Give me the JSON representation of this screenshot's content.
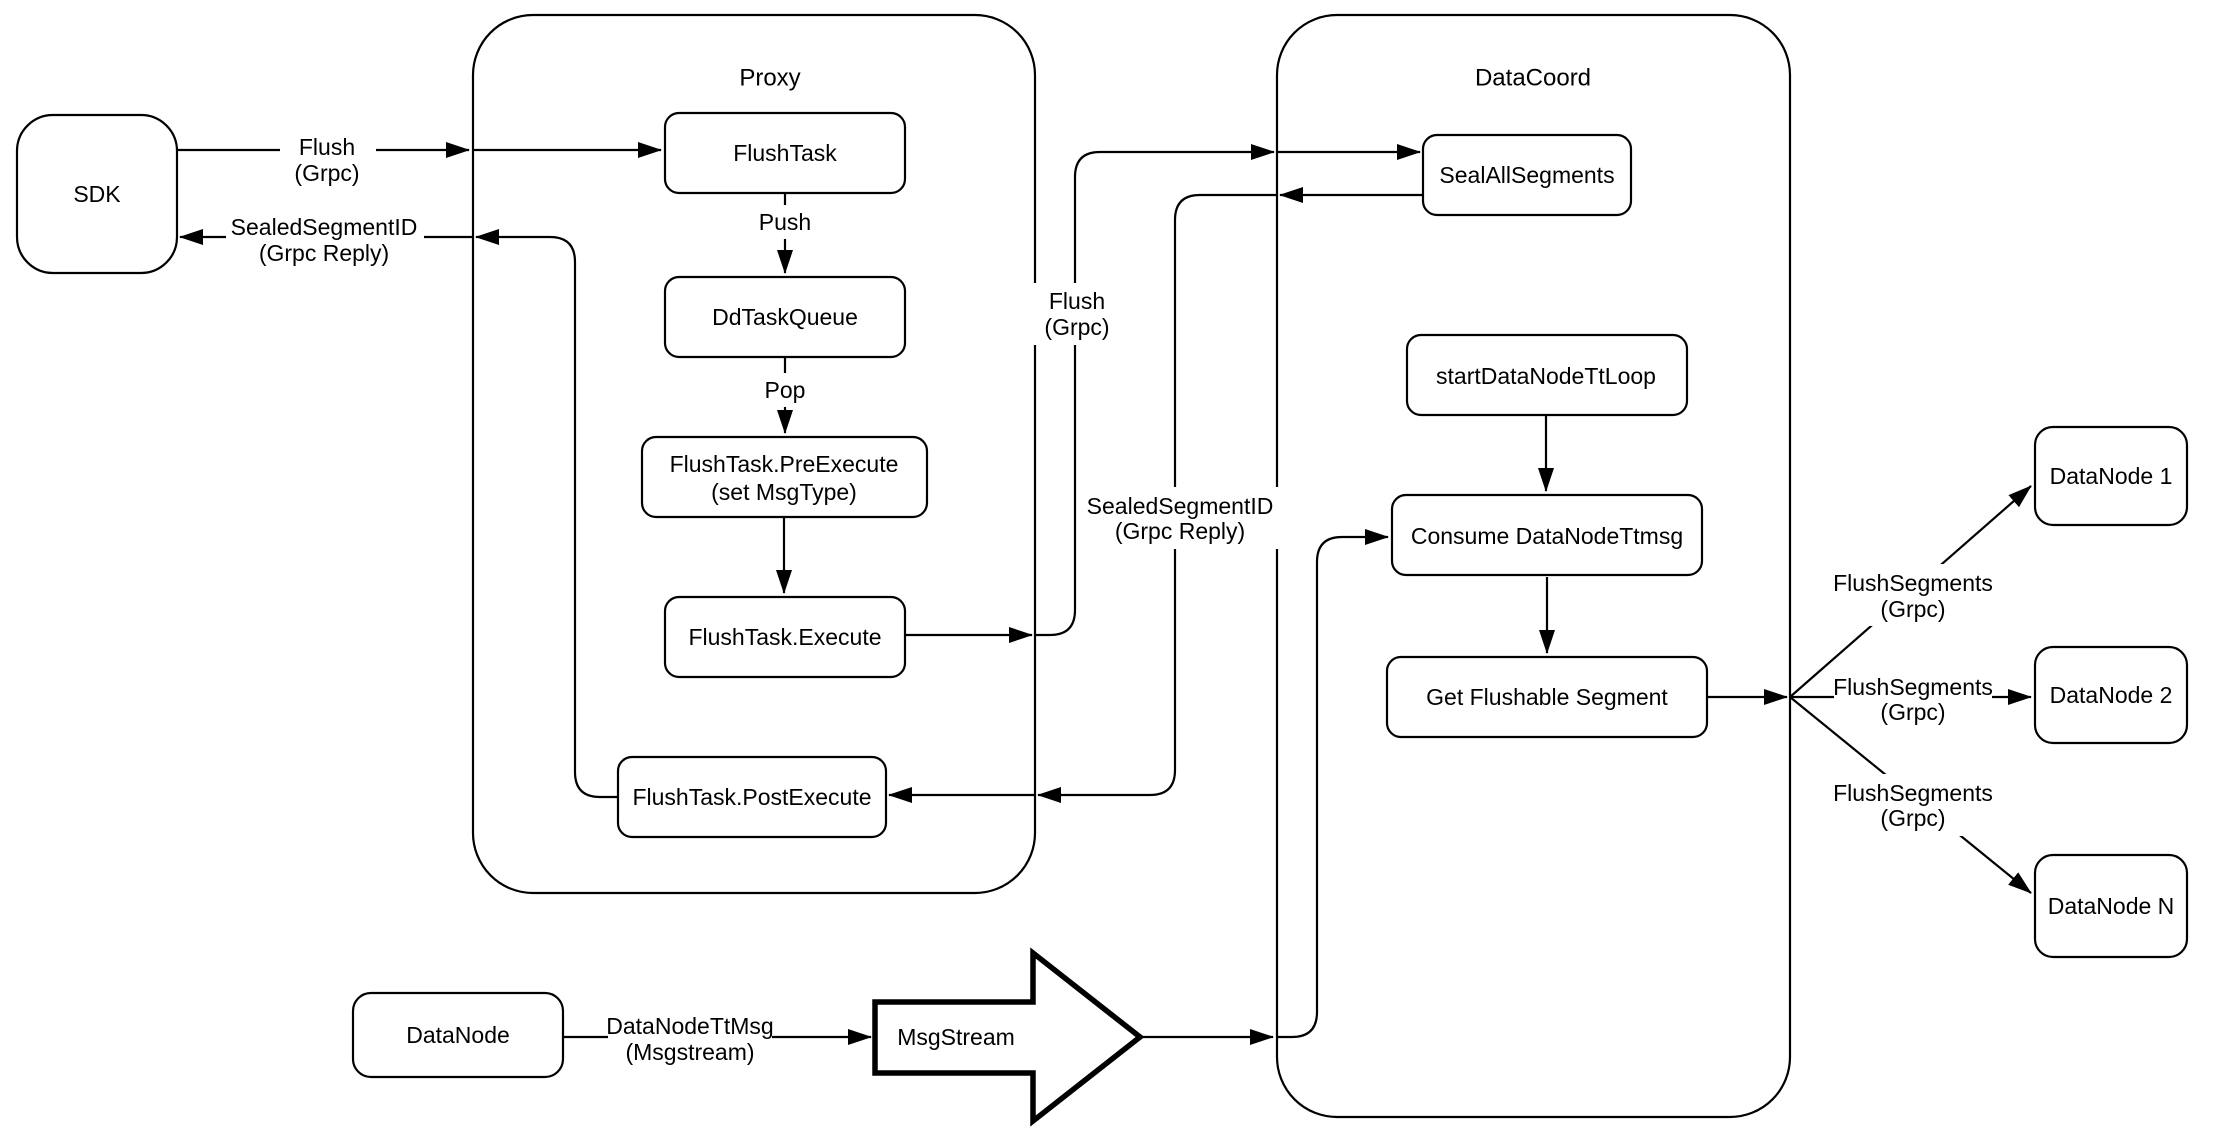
{
  "diagram": {
    "colors": {
      "stroke": "#000000",
      "fill": "#ffffff",
      "background": "#ffffff"
    },
    "containers": {
      "proxy_title": "Proxy",
      "datacoord_title": "DataCoord"
    },
    "nodes": {
      "sdk": "SDK",
      "flush_task": "FlushTask",
      "dd_task_queue": "DdTaskQueue",
      "pre_execute_line1": "FlushTask.PreExecute",
      "pre_execute_line2": "(set MsgType)",
      "execute": "FlushTask.Execute",
      "post_execute": "FlushTask.PostExecute",
      "seal_all_segments": "SealAllSegments",
      "start_datanode_tt_loop": "startDataNodeTtLoop",
      "consume_datanode_ttmsg": "Consume DataNodeTtmsg",
      "get_flushable_segment": "Get Flushable Segment",
      "datanode_1": "DataNode 1",
      "datanode_2": "DataNode 2",
      "datanode_n": "DataNode N",
      "datanode": "DataNode",
      "msgstream": "MsgStream"
    },
    "edge_labels": {
      "flush_sdk_line1": "Flush",
      "flush_sdk_line2": "(Grpc)",
      "sealed_sdk_line1": "SealedSegmentID",
      "sealed_sdk_line2": "(Grpc Reply)",
      "push": "Push",
      "pop": "Pop",
      "flush_mid_line1": "Flush",
      "flush_mid_line2": "(Grpc)",
      "sealed_mid_line1": "SealedSegmentID",
      "sealed_mid_line2": "(Grpc Reply)",
      "flush_segments_1_line1": "FlushSegments",
      "flush_segments_1_line2": "(Grpc)",
      "flush_segments_2_line1": "FlushSegments",
      "flush_segments_2_line2": "(Grpc)",
      "flush_segments_n_line1": "FlushSegments",
      "flush_segments_n_line2": "(Grpc)",
      "datanode_ttmsg_line1": "DataNodeTtMsg",
      "datanode_ttmsg_line2": "(Msgstream)"
    }
  }
}
